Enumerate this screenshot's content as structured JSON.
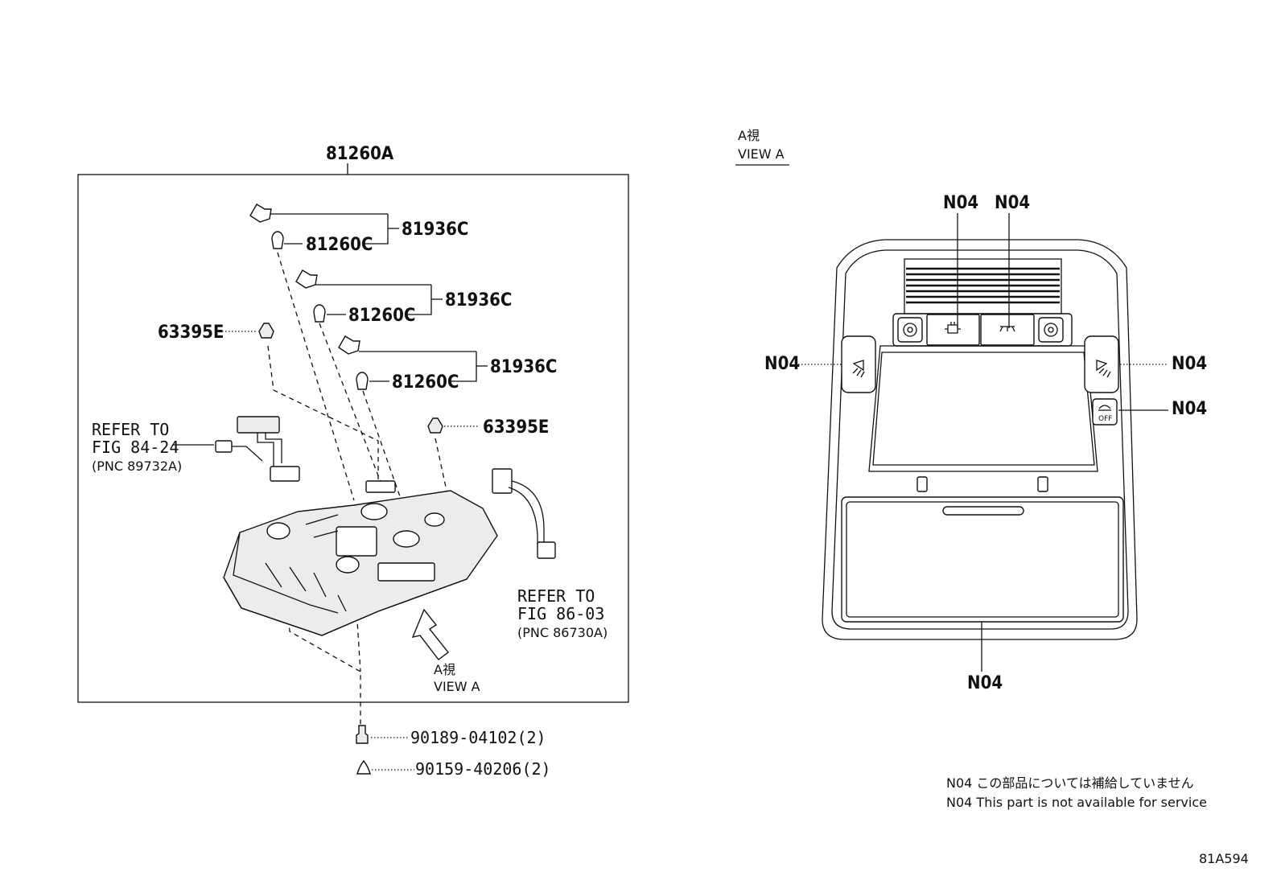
{
  "left": {
    "assembly": "81260A",
    "callouts": {
      "c1": "81936C",
      "c2": "81936C",
      "c3": "81936C",
      "l1": "81260C",
      "l2": "81260C",
      "l3": "81260C",
      "clipL": "63395E",
      "clipR": "63395E",
      "screw": "90189-04102(2)",
      "cap": "90159-40206(2)"
    },
    "refer1": {
      "l1": "REFER TO",
      "l2": "FIG 84-24",
      "l3": "(PNC 89732A)"
    },
    "refer2": {
      "l1": "REFER TO",
      "l2": "FIG 86-03",
      "l3": "(PNC 86730A)"
    },
    "view_jp": "A視",
    "view_en": "VIEW A"
  },
  "right": {
    "view_jp": "A視",
    "view_en": "VIEW A",
    "n04_top1": "N04",
    "n04_top2": "N04",
    "n04_left": "N04",
    "n04_right1": "N04",
    "n04_right2": "N04",
    "n04_bottom": "N04",
    "off_label": "OFF"
  },
  "notes": {
    "jp": "N04 この部品については補給していません",
    "en": "N04 This part is not available for service"
  },
  "figure_id": "81A594"
}
